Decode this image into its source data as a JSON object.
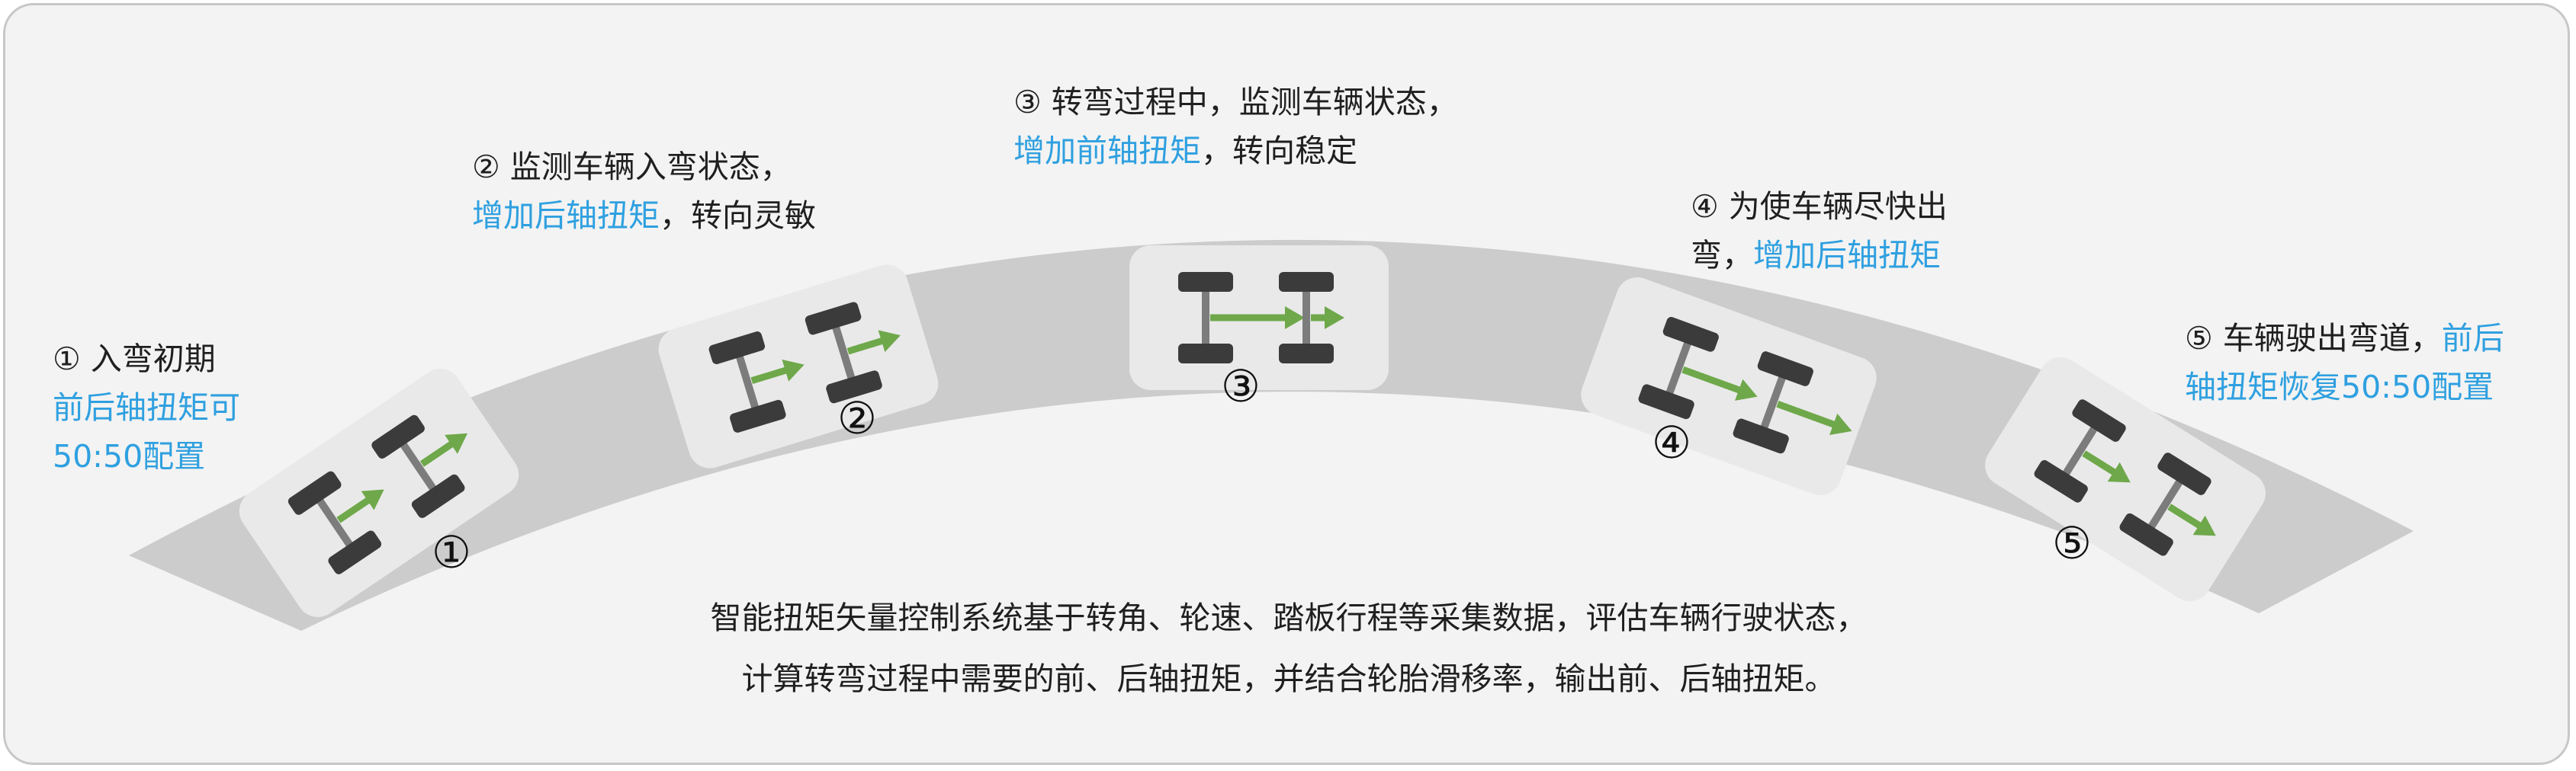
{
  "colors": {
    "road": "#cccccc",
    "card": "#e9e9e9",
    "tire": "#3b3b3b",
    "axle": "#7c7c7c",
    "arrow": "#6ea84a",
    "highlight": "#2fa0e0",
    "text": "#1f1f1f",
    "frame_bg": "#f3f3f3",
    "frame_border": "#c7c7c7"
  },
  "icons": [
    "car-chassis-icon",
    "torque-arrow-icon",
    "circled-number-icon"
  ],
  "stages": [
    {
      "id": "1",
      "marker": "①",
      "lines": [
        {
          "plain": "① 入弯初期",
          "hl": ""
        },
        {
          "plain": "",
          "hl": "前后轴扭矩可"
        },
        {
          "plain": "",
          "hl": "50:50配置"
        }
      ]
    },
    {
      "id": "2",
      "marker": "②",
      "lines": [
        {
          "plain": "② 监测车辆入弯状态，",
          "hl": ""
        },
        {
          "plain": "，转向灵敏",
          "hl": "增加后轴扭矩"
        }
      ]
    },
    {
      "id": "3",
      "marker": "③",
      "lines": [
        {
          "plain": "③ 转弯过程中，监测车辆状态，",
          "hl": ""
        },
        {
          "plain": "，转向稳定",
          "hl": "增加前轴扭矩"
        }
      ]
    },
    {
      "id": "4",
      "marker": "④",
      "lines": [
        {
          "plain": "④ 为使车辆尽快出",
          "hl": ""
        },
        {
          "plain": "弯，",
          "hl": "增加后轴扭矩"
        }
      ]
    },
    {
      "id": "5",
      "marker": "⑤",
      "lines": [
        {
          "plain": "⑤ 车辆驶出弯道，",
          "hl": "前后"
        },
        {
          "plain": "",
          "hl": "轴扭矩恢复50:50配置"
        }
      ]
    }
  ],
  "caption": {
    "line1": "智能扭矩矢量控制系统基于转角、轮速、踏板行程等采集数据，评估车辆行驶状态，",
    "line2": "计算转弯过程中需要的前、后轴扭矩，并结合轮胎滑移率，输出前、后轴扭矩。"
  }
}
